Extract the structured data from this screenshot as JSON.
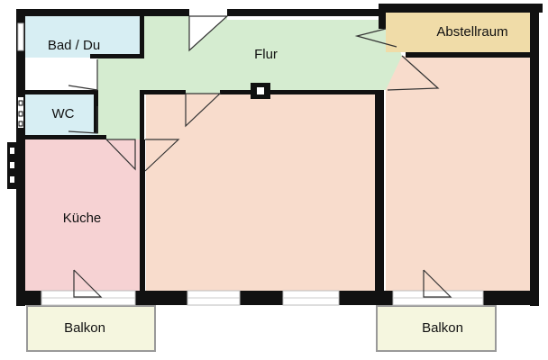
{
  "rooms": {
    "bad": {
      "label": "Bad / Du",
      "color": "#d7eef3"
    },
    "wc": {
      "label": "WC",
      "color": "#d7eef3"
    },
    "flur": {
      "label": "Flur",
      "color": "#d5ecd0"
    },
    "abstellraum": {
      "label": "Abstellraum",
      "color": "#f0dca8"
    },
    "kueche": {
      "label": "Küche",
      "color": "#f6d2d3"
    },
    "zimmer_1": {
      "label": "",
      "color": "#f8dccc"
    },
    "zimmer_2": {
      "label": "",
      "color": "#f8dccc"
    }
  },
  "balconies": {
    "left": {
      "label": "Balkon",
      "color": "#f5f6df"
    },
    "right": {
      "label": "Balkon",
      "color": "#f5f6df"
    }
  },
  "colors": {
    "wall": "#111111",
    "window_frame": "#dddddd",
    "door_line": "#333333"
  }
}
